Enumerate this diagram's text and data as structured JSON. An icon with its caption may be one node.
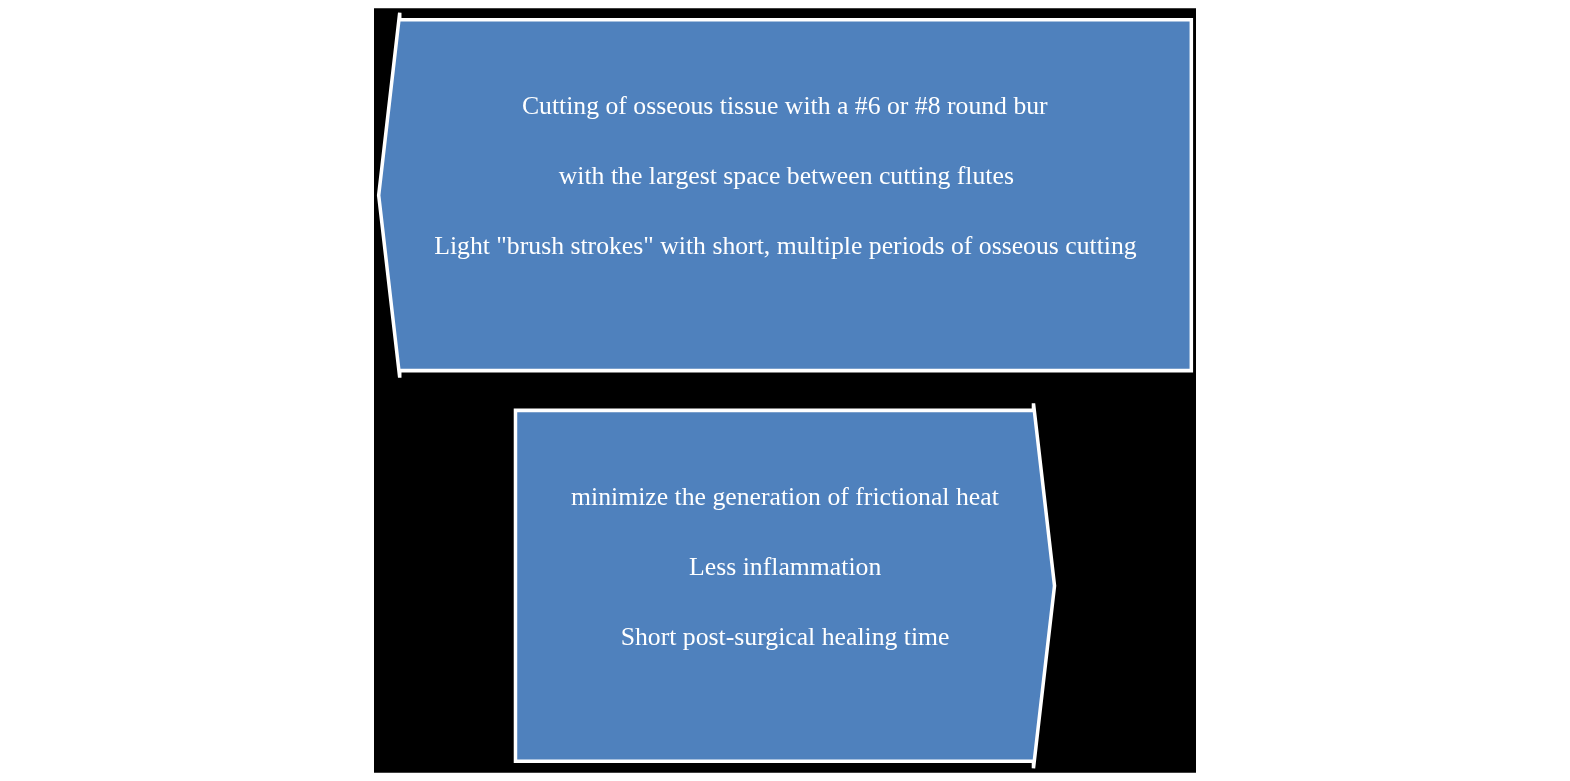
{
  "diagram": {
    "nodes": [
      {
        "text": [
          "minimize the generation of frictional heat",
          "Less inflammation",
          "Short post-surgical healing time"
        ]
      },
      {
        "text": [
          "Cutting of osseous tissue with a #6 or #8 round bur",
          "with the largest space between cutting flutes",
          "Light \"brush strokes\" with short, multiple periods of osseous cutting"
        ]
      }
    ]
  }
}
